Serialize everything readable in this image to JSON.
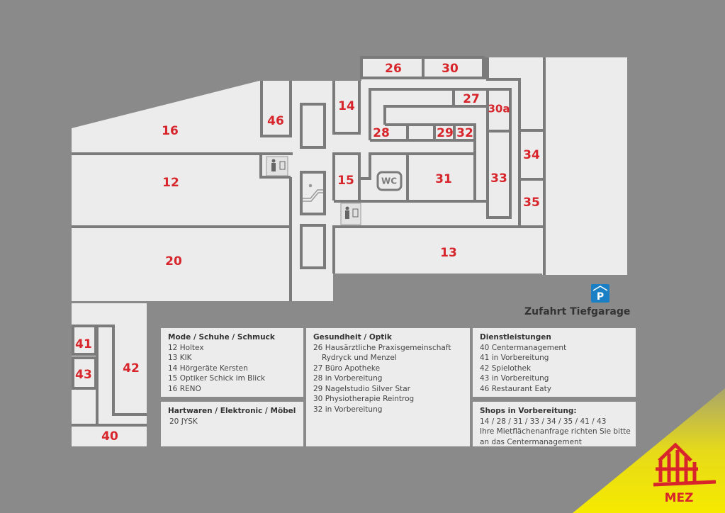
{
  "map": {
    "units": [
      {
        "id": "16",
        "label": "16"
      },
      {
        "id": "12",
        "label": "12"
      },
      {
        "id": "20",
        "label": "20"
      },
      {
        "id": "46",
        "label": "46"
      },
      {
        "id": "14",
        "label": "14"
      },
      {
        "id": "15",
        "label": "15"
      },
      {
        "id": "26",
        "label": "26"
      },
      {
        "id": "30",
        "label": "30"
      },
      {
        "id": "27",
        "label": "27"
      },
      {
        "id": "30a",
        "label": "30a"
      },
      {
        "id": "28",
        "label": "28"
      },
      {
        "id": "29",
        "label": "29"
      },
      {
        "id": "32",
        "label": "32"
      },
      {
        "id": "31",
        "label": "31"
      },
      {
        "id": "33",
        "label": "33"
      },
      {
        "id": "34",
        "label": "34"
      },
      {
        "id": "35",
        "label": "35"
      },
      {
        "id": "13",
        "label": "13"
      },
      {
        "id": "41",
        "label": "41"
      },
      {
        "id": "43",
        "label": "43"
      },
      {
        "id": "42",
        "label": "42"
      },
      {
        "id": "40",
        "label": "40"
      }
    ],
    "wc_label": "WC",
    "parking_label": "P",
    "parking_caption": "Zufahrt Tiefgarage",
    "colors": {
      "background": "#8a8a8a",
      "floor": "#ececec",
      "wall": "#7b7b7b",
      "unit_label": "#d7252b",
      "logo": "#d7252b",
      "accent": "#f2e500"
    }
  },
  "legend": {
    "mode": {
      "title": "Mode / Schuhe / Schmuck",
      "items": [
        "12 Holtex",
        "13 KIK",
        "14 Hörgeräte Kersten",
        "15 Optiker Schick im Blick",
        "16 RENO"
      ]
    },
    "hartwaren": {
      "title": "Hartwaren / Elektronic / Möbel",
      "items": [
        "20 JYSK"
      ]
    },
    "gesundheit": {
      "title": "Gesundheit / Optik",
      "items": [
        "26 Hausärztliche Praxisgemeinschaft",
        "Rydryck und Menzel",
        "27 Büro Apotheke",
        "28 in Vorbereitung",
        "29 Nagelstudio Silver Star",
        "30 Physiotherapie Reintrog",
        "32 in Vorbereitung"
      ]
    },
    "dienst": {
      "title": "Dienstleistungen",
      "items": [
        "40 Centermanagement",
        "41 in Vorbereitung",
        "42 Spielothek",
        "43 in Vorbereitung",
        "46 Restaurant Eaty"
      ]
    },
    "shops": {
      "title": "Shops in Vorbereitung:",
      "items": [
        "14 / 28 / 31 / 33 / 34 / 35 / 41 / 43",
        "Ihre Mietflächenanfrage richten Sie bitte",
        "an das Centermanagement"
      ]
    }
  },
  "logo": {
    "text": "MEZ"
  }
}
